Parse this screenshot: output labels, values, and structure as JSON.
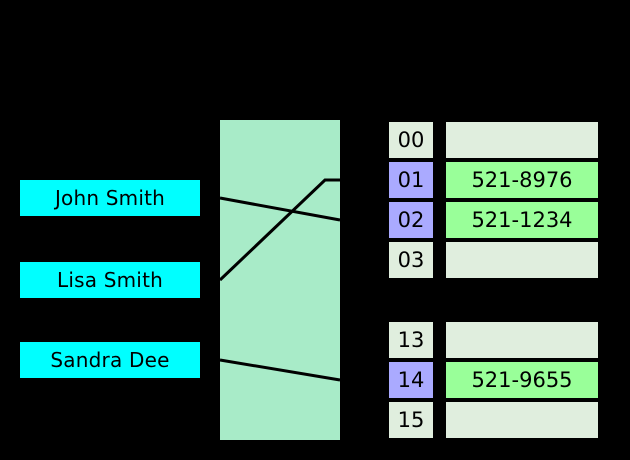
{
  "diagram": {
    "title": "hash-table-mapping",
    "colors": {
      "background": "#000000",
      "key_box": "#00ffff",
      "hash_function_block": "#a8ebc8",
      "index_filled": "#aaaaff",
      "index_empty": "#e0eede",
      "value_filled": "#99ff99",
      "value_empty": "#e0eede",
      "stroke": "#000000"
    }
  },
  "keys": [
    {
      "label": "John Smith",
      "name": "key-box-john-smith"
    },
    {
      "label": "Lisa Smith",
      "name": "key-box-lisa-smith"
    },
    {
      "label": "Sandra Dee",
      "name": "key-box-sandra-dee"
    }
  ],
  "hash_function": {
    "label": "",
    "name": "hash-function-block"
  },
  "mappings": [
    {
      "from": "John Smith",
      "to_index": "02"
    },
    {
      "from": "Lisa Smith",
      "to_index": "01"
    },
    {
      "from": "Sandra Dee",
      "to_index": "14"
    }
  ],
  "table_groups": [
    {
      "name": "hash-table-group-upper",
      "rows": [
        {
          "index": "00",
          "value": "",
          "filled": false
        },
        {
          "index": "01",
          "value": "521-8976",
          "filled": true
        },
        {
          "index": "02",
          "value": "521-1234",
          "filled": true
        },
        {
          "index": "03",
          "value": "",
          "filled": false
        }
      ]
    },
    {
      "name": "hash-table-group-lower",
      "rows": [
        {
          "index": "13",
          "value": "",
          "filled": false
        },
        {
          "index": "14",
          "value": "521-9655",
          "filled": true
        },
        {
          "index": "15",
          "value": "",
          "filled": false
        }
      ]
    }
  ]
}
